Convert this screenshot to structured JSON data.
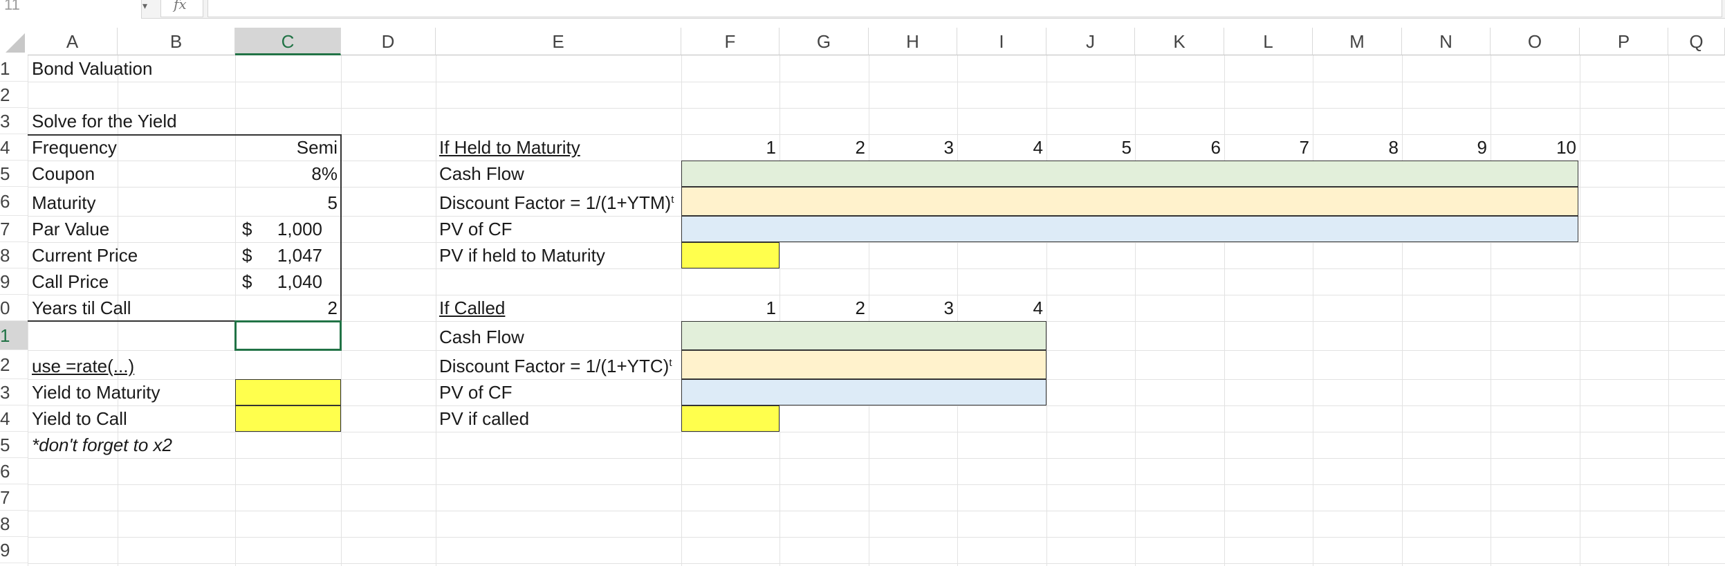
{
  "formula_bar": {
    "name_box": "11",
    "fx_label": "fx",
    "formula": ""
  },
  "columns": [
    "A",
    "B",
    "C",
    "D",
    "E",
    "F",
    "G",
    "H",
    "I",
    "J",
    "K",
    "L",
    "M",
    "N",
    "O",
    "P",
    "Q"
  ],
  "rows": [
    "1",
    "2",
    "3",
    "4",
    "5",
    "6",
    "7",
    "8",
    "9",
    "0",
    "1",
    "2",
    "3",
    "4",
    "5",
    "6",
    "7",
    "8",
    "9"
  ],
  "cells": {
    "A1": "Bond Valuation",
    "A3": "Solve for the Yield",
    "A4": "Frequency",
    "C4": "Semi",
    "A5": "Coupon",
    "C5": "8%",
    "A6": "Maturity",
    "C6": "5",
    "A7": "Par Value",
    "C7_cur": "$",
    "C7": "1,000",
    "A8": "Current Price",
    "C8_cur": "$",
    "C8": "1,047",
    "A9": "Call Price",
    "C9_cur": "$",
    "C9": "1,040",
    "A10": "Years til Call",
    "C10": "2",
    "A12": "use =rate(...)",
    "A13": "Yield to Maturity",
    "A14": "Yield to Call",
    "A15": "*don't forget to x2",
    "E4": "If Held to Maturity",
    "E5": "Cash Flow",
    "E6_text": "Discount Factor = 1/(1+YTM)",
    "E6_sup": "t",
    "E7": "PV of CF",
    "E8": "PV if held to Maturity",
    "E10": "If Called",
    "E11": "Cash Flow",
    "E12_text": "Discount Factor = 1/(1+YTC)",
    "E12_sup": "t",
    "E13": "PV of CF",
    "E14": "PV if called"
  },
  "maturity_periods": [
    "1",
    "2",
    "3",
    "4",
    "5",
    "6",
    "7",
    "8",
    "9",
    "10"
  ],
  "call_periods": [
    "1",
    "2",
    "3",
    "4"
  ],
  "colors": {
    "selection": "#217346",
    "cash_flow_fill": "#e2efda",
    "discount_fill": "#fff2cc",
    "pv_fill": "#ddebf7",
    "result_fill": "#ffff4d"
  }
}
